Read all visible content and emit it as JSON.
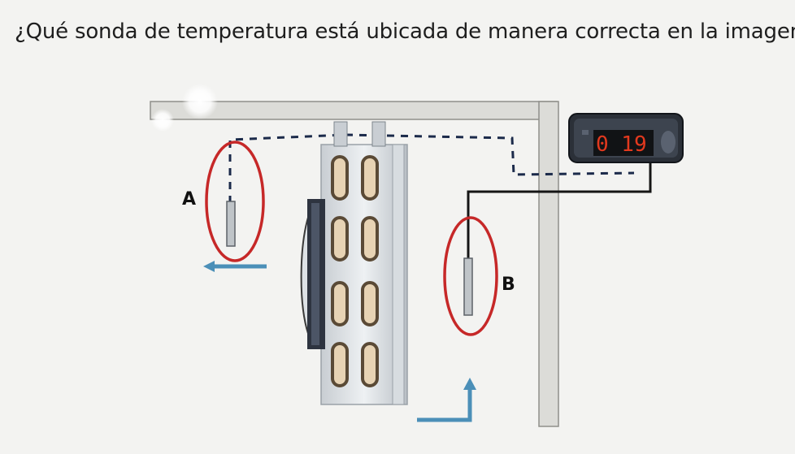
{
  "question": "¿Qué sonda de temperatura está ubicada de manera correcta en la imagen?",
  "labels": {
    "a": "A",
    "b": "B"
  },
  "controller": {
    "display": "0 19"
  },
  "colors": {
    "highlight_ring": "#c62828",
    "airflow_arrow": "#4b8fb8",
    "display_digits": "#e2391e",
    "wall": "#d9d9d4"
  },
  "icons": [
    "probe-a-icon",
    "probe-b-icon",
    "evaporator-icon",
    "fan-icon",
    "controller-icon",
    "airflow-arrow-icon"
  ]
}
